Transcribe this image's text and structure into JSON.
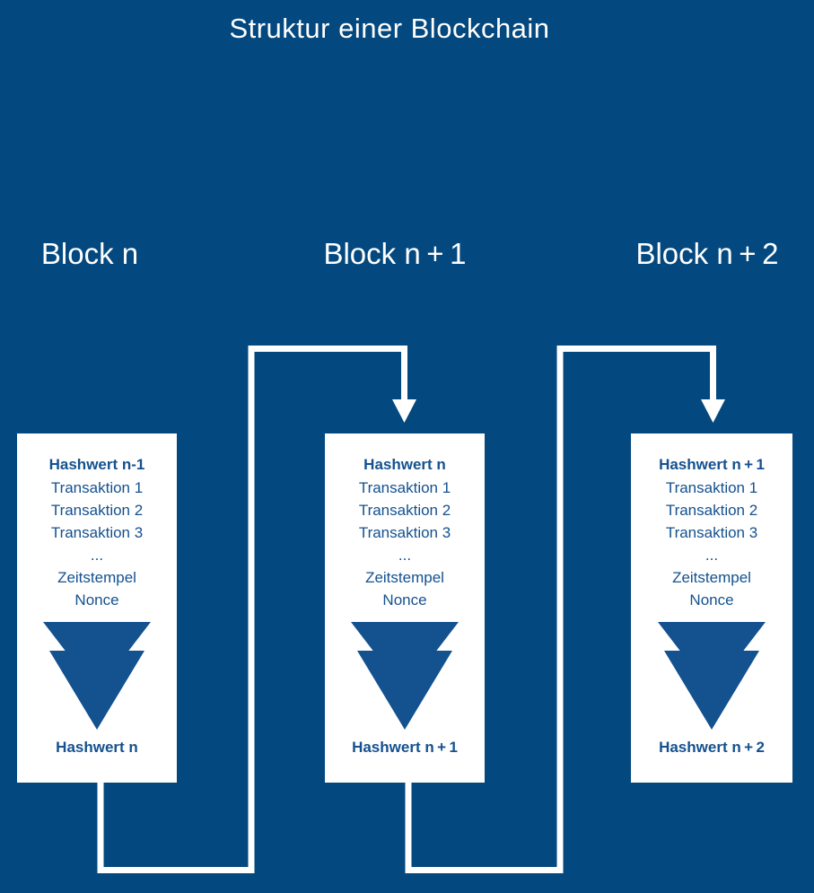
{
  "title": "Struktur einer Blockchain",
  "colors": {
    "background": "#03487E",
    "box_background": "#FFFFFF",
    "box_text": "#14518F",
    "connector": "#FFFFFF"
  },
  "blocks": [
    {
      "label": "Block n",
      "header": "Hashwert n-1",
      "fields": [
        "Transaktion 1",
        "Transaktion 2",
        "Transaktion 3",
        "...",
        "Zeitstempel",
        "Nonce"
      ],
      "footer": "Hashwert n"
    },
    {
      "label": "Block n + 1",
      "header": "Hashwert n",
      "fields": [
        "Transaktion 1",
        "Transaktion 2",
        "Transaktion 3",
        "...",
        "Zeitstempel",
        "Nonce"
      ],
      "footer": "Hashwert n + 1"
    },
    {
      "label": "Block n + 2",
      "header": "Hashwert n + 1",
      "fields": [
        "Transaktion 1",
        "Transaktion 2",
        "Transaktion 3",
        "...",
        "Zeitstempel",
        "Nonce"
      ],
      "footer": "Hashwert n + 2"
    }
  ]
}
